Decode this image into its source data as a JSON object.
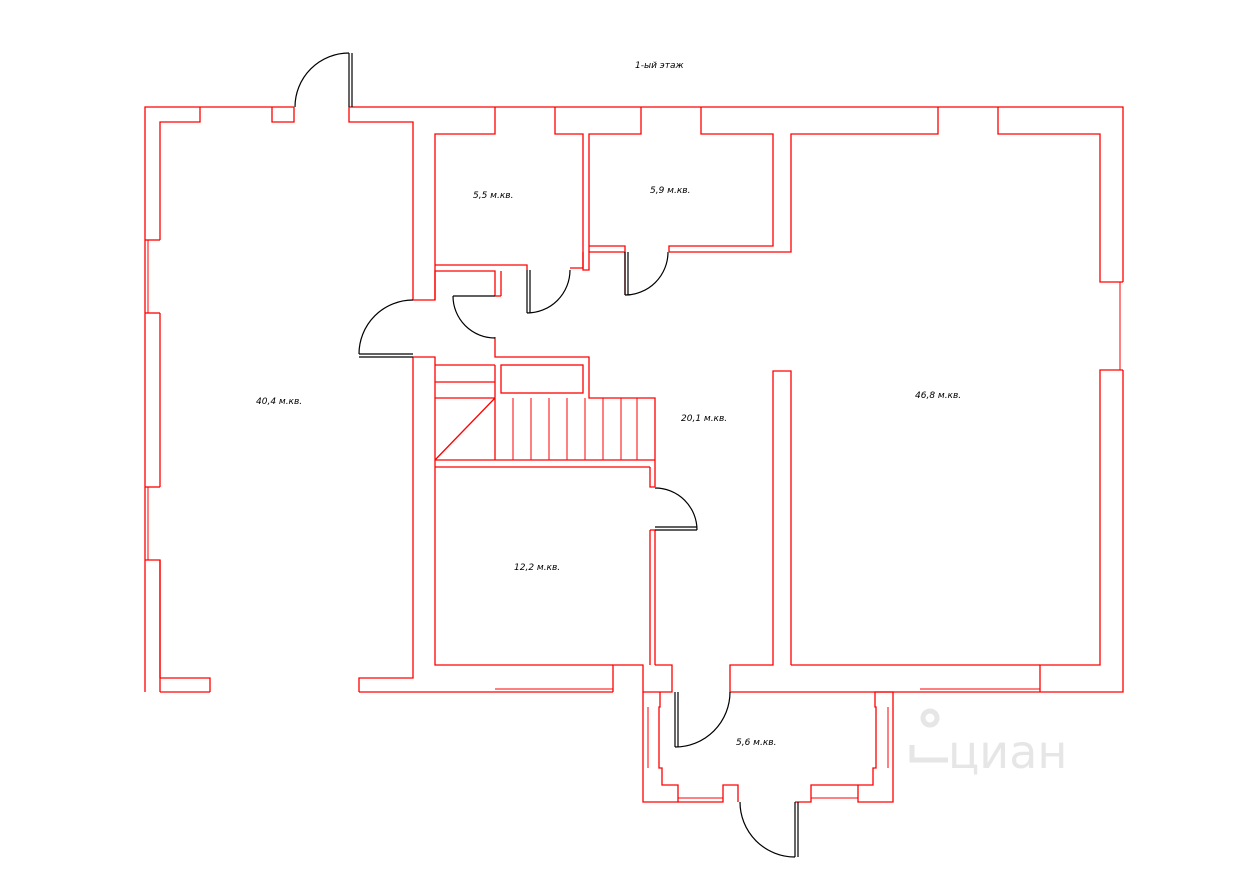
{
  "title": "1-ый этаж",
  "rooms": [
    {
      "id": "garage",
      "area": "40,4  м.кв."
    },
    {
      "id": "room-a",
      "area": "5,5  м.кв."
    },
    {
      "id": "room-b",
      "area": "5,9  м.кв."
    },
    {
      "id": "hall",
      "area": "20,1  м.кв."
    },
    {
      "id": "living",
      "area": "46,8  м.кв."
    },
    {
      "id": "room-c",
      "area": "12,2  м.кв."
    },
    {
      "id": "porch",
      "area": "5,6  м.кв."
    }
  ],
  "watermark": "циан",
  "colors": {
    "walls": "#ff0000",
    "doors": "#000000",
    "watermark": "#e6e6e6"
  }
}
